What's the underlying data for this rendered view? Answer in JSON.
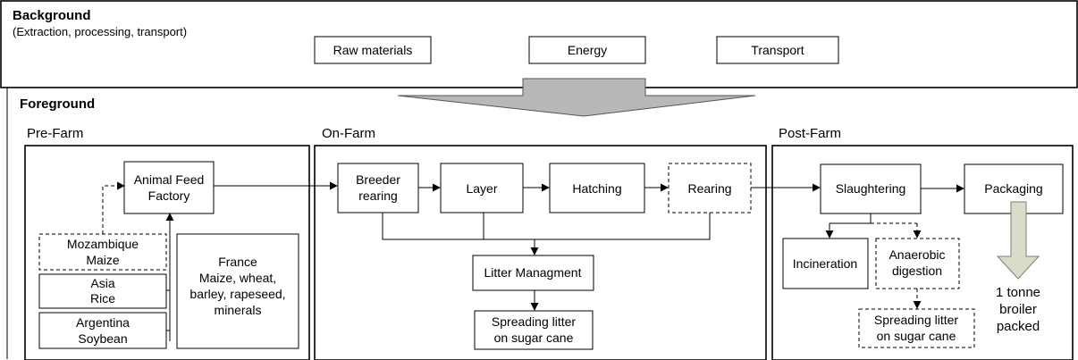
{
  "background": {
    "title": "Background",
    "subtitle": "(Extraction, processing, transport)",
    "items": [
      "Raw materials",
      "Energy",
      "Transport"
    ]
  },
  "foreground": {
    "title": "Foreground"
  },
  "pre_farm": {
    "title": "Pre-Farm",
    "feed_factory": [
      "Animal Feed",
      "Factory"
    ],
    "mozambique": [
      "Mozambique",
      "Maize"
    ],
    "asia": [
      "Asia",
      "Rice"
    ],
    "argentina": [
      "Argentina",
      "Soybean"
    ],
    "france": [
      "France",
      "Maize, wheat,",
      "barley, rapeseed,",
      "minerals"
    ]
  },
  "on_farm": {
    "title": "On-Farm",
    "breeder": [
      "Breeder",
      "rearing"
    ],
    "layer": "Layer",
    "hatching": "Hatching",
    "rearing": "Rearing",
    "litter_mgmt": "Litter Managment",
    "spreading": [
      "Spreading litter",
      "on sugar cane"
    ]
  },
  "post_farm": {
    "title": "Post-Farm",
    "slaughtering": "Slaughtering",
    "packaging": "Packaging",
    "incineration": "Incineration",
    "anaerobic": [
      "Anaerobic",
      "digestion"
    ],
    "spreading": [
      "Spreading litter",
      "on sugar cane"
    ],
    "output": [
      "1 tonne",
      "broiler",
      "packed"
    ]
  },
  "colors": {
    "big_arrow": "#b8b8b8",
    "output_arrow": "#d9dcc9"
  }
}
